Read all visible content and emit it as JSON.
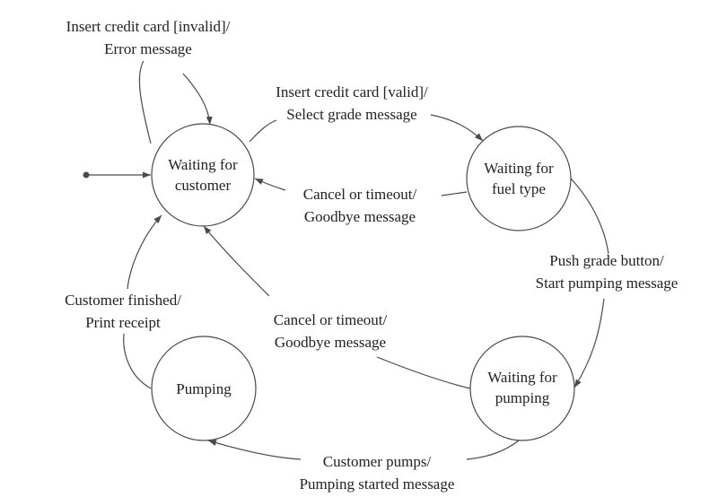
{
  "states": {
    "waiting_customer": {
      "line1": "Waiting for",
      "line2": "customer"
    },
    "waiting_fuel": {
      "line1": "Waiting for",
      "line2": "fuel type"
    },
    "waiting_pumping": {
      "line1": "Waiting for",
      "line2": "pumping"
    },
    "pumping": {
      "line1": "Pumping"
    }
  },
  "transitions": {
    "invalid_card": {
      "line1": "Insert credit card [invalid]/",
      "line2": "Error message"
    },
    "valid_card": {
      "line1": "Insert credit card [valid]/",
      "line2": "Select grade message"
    },
    "cancel_fuel": {
      "line1": "Cancel or timeout/",
      "line2": "Goodbye message"
    },
    "push_grade": {
      "line1": "Push grade button/",
      "line2": "Start pumping message"
    },
    "cancel_pumping": {
      "line1": "Cancel or timeout/",
      "line2": "Goodbye message"
    },
    "customer_pumps": {
      "line1": "Customer pumps/",
      "line2": "Pumping started message"
    },
    "customer_finished": {
      "line1": "Customer finished/",
      "line2": "Print receipt"
    }
  }
}
